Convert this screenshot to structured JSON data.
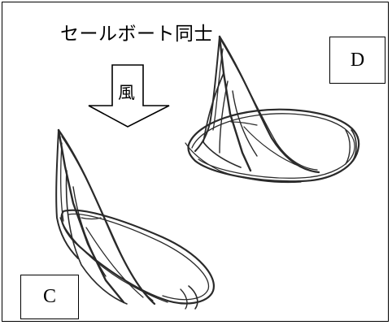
{
  "title": "セールボート同士",
  "wind_label": "風",
  "boats": [
    {
      "label": "D"
    },
    {
      "label": "C"
    }
  ]
}
